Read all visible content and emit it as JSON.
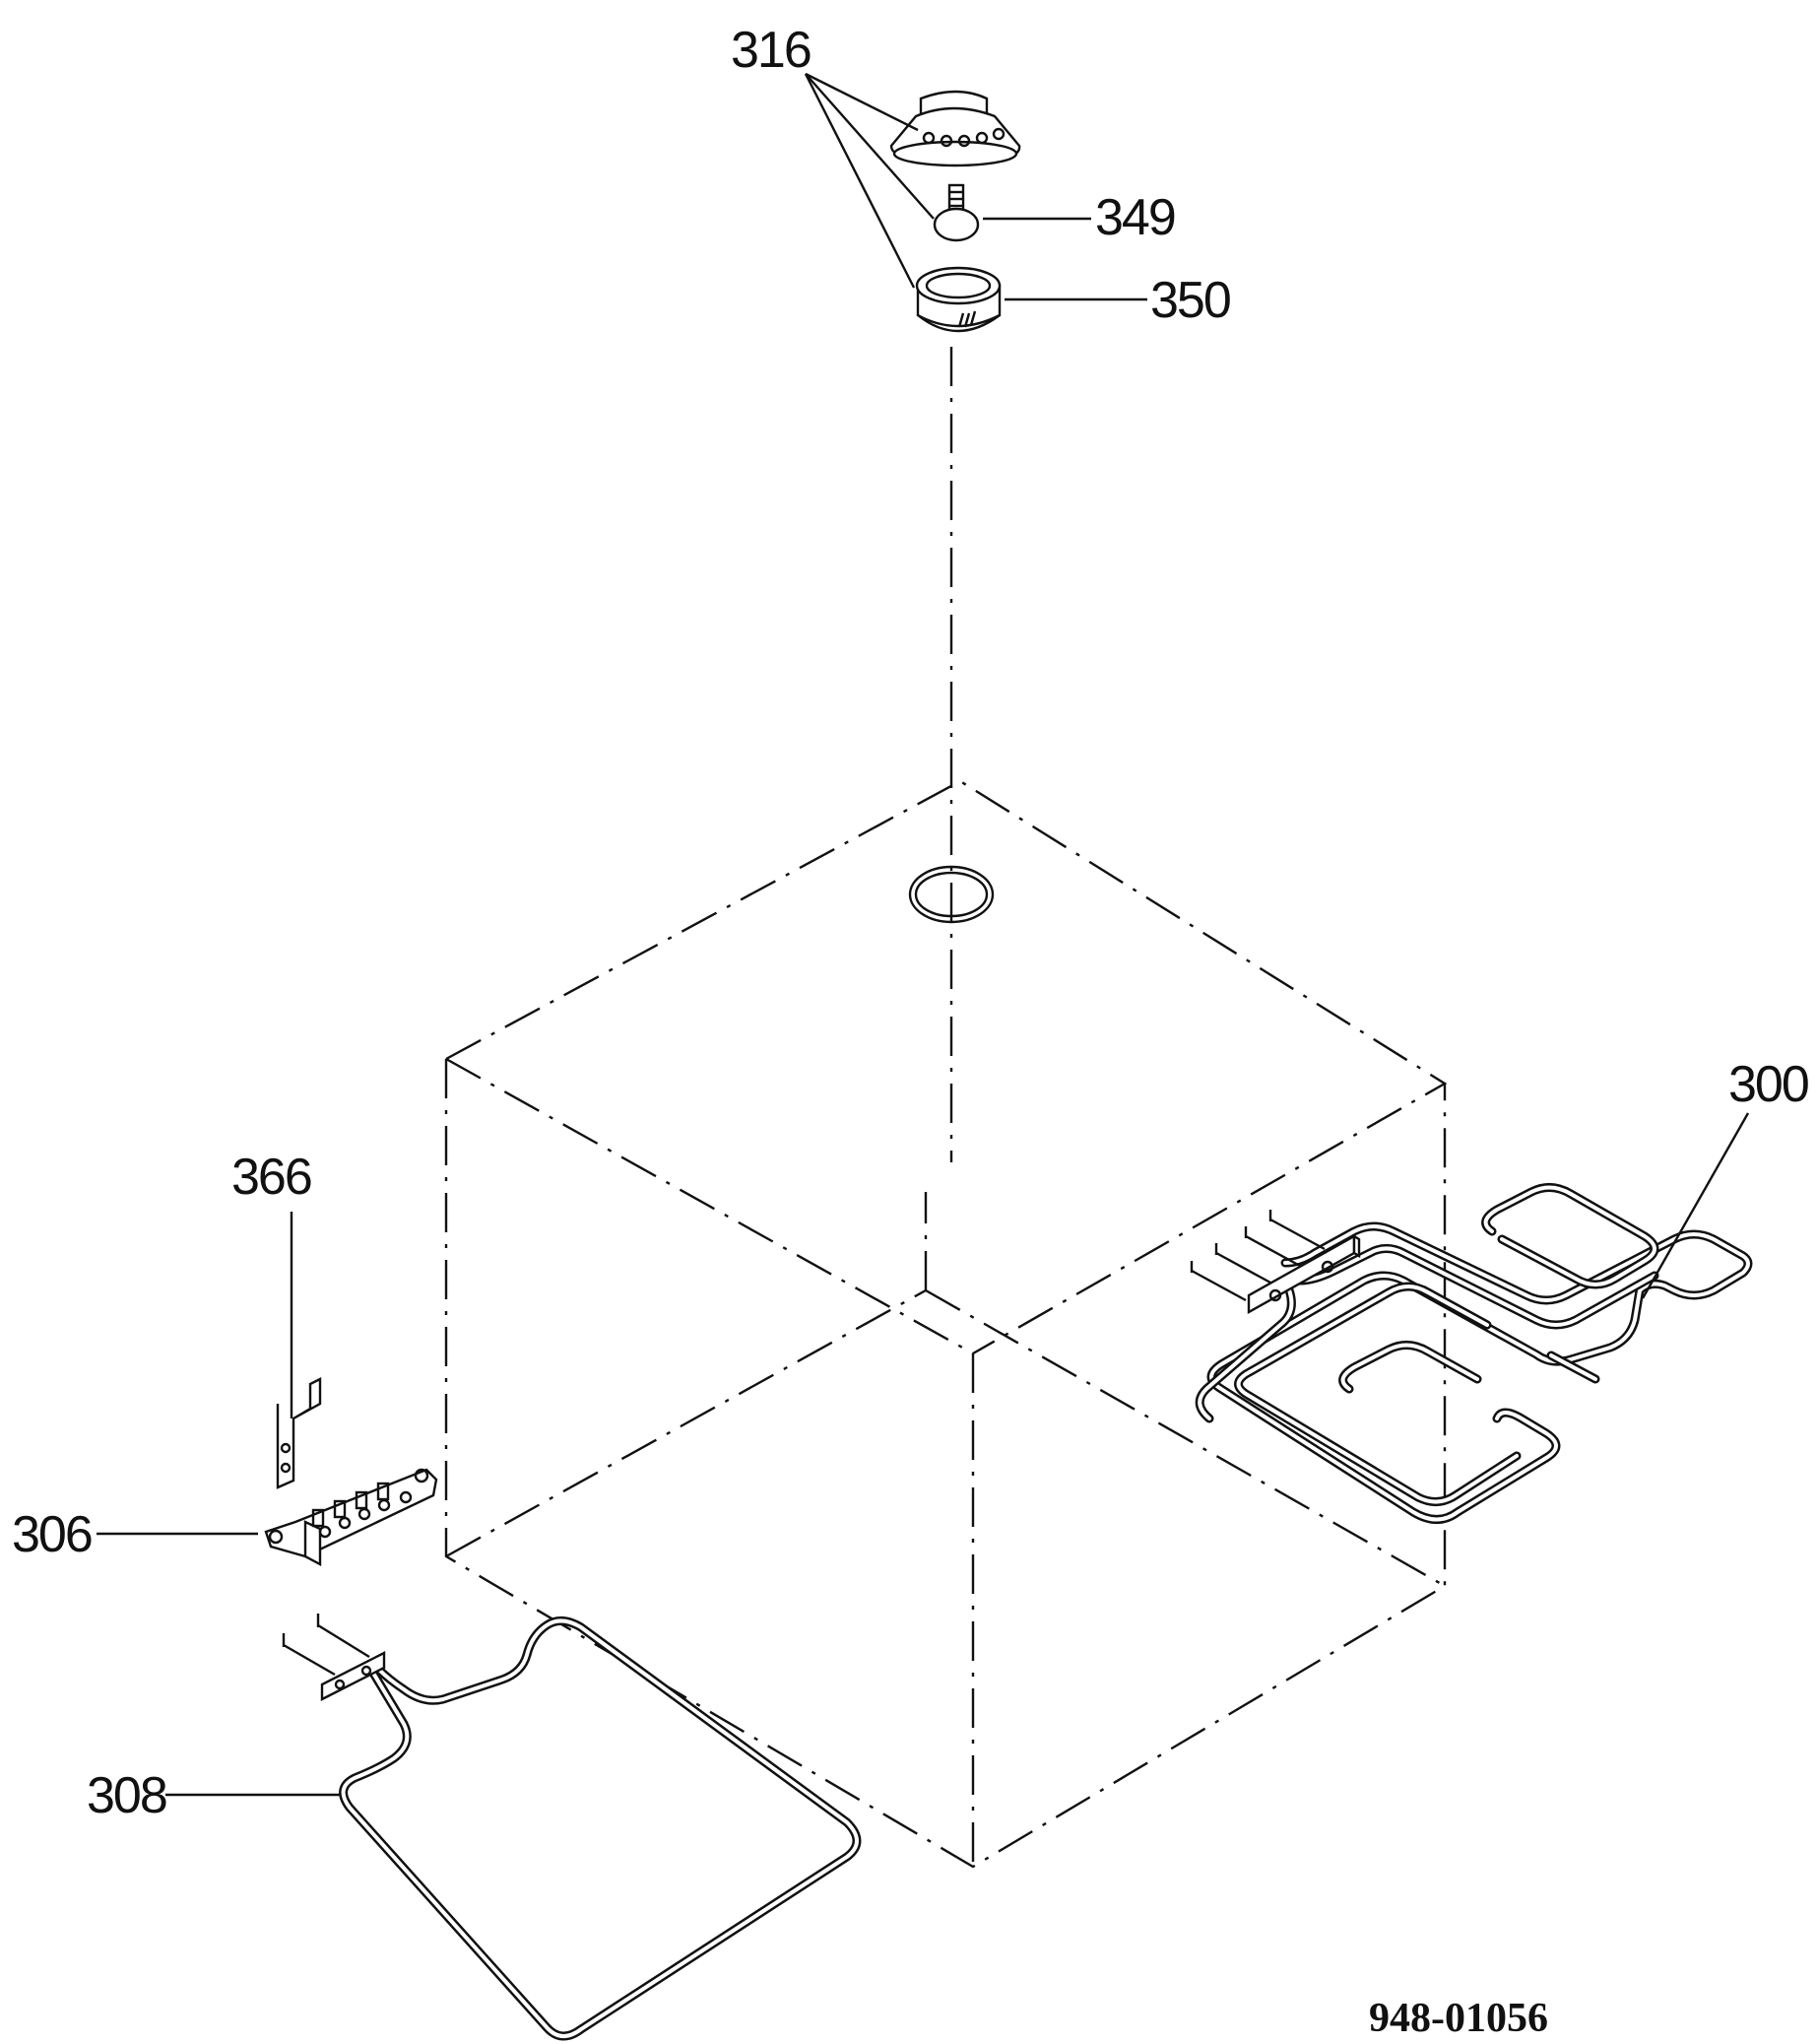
{
  "labels": {
    "knob": "316",
    "bulb": "349",
    "bulb_holder": "350",
    "grill_element": "300",
    "bracket": "366",
    "terminal_block": "306",
    "bottom_element": "308"
  },
  "document_number": "948-01056"
}
